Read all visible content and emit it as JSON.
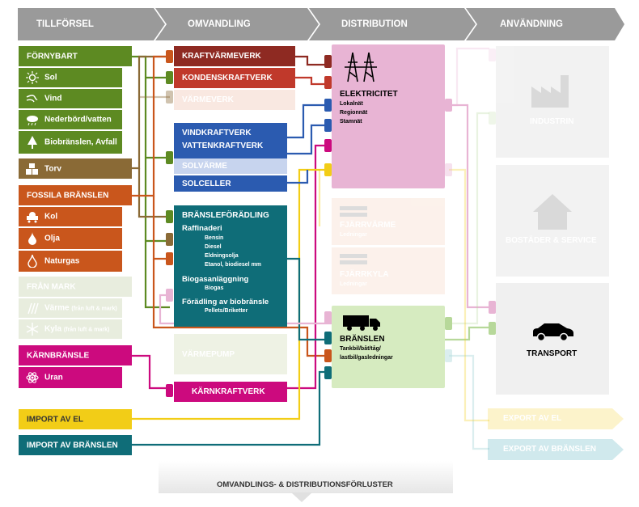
{
  "header": {
    "col1": "TILLFÖRSEL",
    "col2": "OMVANDLING",
    "col3": "DISTRIBUTION",
    "col4": "ANVÄNDNING"
  },
  "supply": {
    "fornybart": "FÖRNYBART",
    "sol": "Sol",
    "vind": "Vind",
    "nederbord": "Nederbörd/vatten",
    "bio": "Biobränslen, Avfall",
    "torv": "Torv",
    "fossila": "FOSSILA BRÄNSLEN",
    "kol": "Kol",
    "olja": "Olja",
    "naturgas": "Naturgas",
    "fran_mark": "FRÅN MARK",
    "varme": "Värme",
    "varme_sub": "(från luft & mark)",
    "kyla": "Kyla",
    "kyla_sub": "(från luft & mark)",
    "karnbransle": "KÄRNBRÄNSLE",
    "uran": "Uran",
    "import_el": "IMPORT AV EL",
    "import_bransle": "IMPORT AV BRÄNSLEN"
  },
  "conversion": {
    "kraftvarmeverk": "KRAFTVÄRMEVERK",
    "kondenskraftverk": "KONDENSKRAFTVERK",
    "varmeverk": "VÄRMEVERK",
    "vindkraftverk": "VINDKRAFTVERK",
    "vattenkraftverk": "VATTENKRAFTVERK",
    "solvarme": "SOLVÄRME",
    "solceller": "SOLCELLER",
    "bransleforadling": "BRÄNSLEFÖRÄDLING",
    "raffinaderi": "Raffinaderi",
    "bensin": "Bensin",
    "diesel": "Diesel",
    "eldningsolja": "Eldningsolja",
    "etanol": "Etanol, biodiesel mm",
    "biogasanlaggning": "Biogasanläggning",
    "biogas": "Biogas",
    "foradling_bio": "Förädling av biobränsle",
    "pellets": "Pellets/Briketter",
    "varmepump": "VÄRMEPUMP",
    "karnkraftverk": "KÄRNKRAFTVERK"
  },
  "distribution": {
    "elektricitet": "ELEKTRICITET",
    "lokalnat": "Lokalnät",
    "regionnat": "Regionnät",
    "stamnat": "Stamnät",
    "fjarrvarme": "FJÄRRVÄRME",
    "fjarrvarme_sub": "Ledningar",
    "fjarrkyla": "FJÄRRKYLA",
    "fjarrkyla_sub": "Ledningar",
    "branslen": "BRÄNSLEN",
    "branslen_sub1": "Tankbil/båt/tåg/",
    "branslen_sub2": "lastbil/gasledningar"
  },
  "usage": {
    "industrin": "INDUSTRIN",
    "bostader": "BOSTÄDER & SERVICE",
    "transport": "TRANSPORT",
    "export_el": "EXPORT AV EL",
    "export_bransle": "EXPORT AV BRÄNSLEN"
  },
  "losses": "OMVANDLINGS- & DISTRIBUTIONSFÖRLUSTER",
  "colors": {
    "header": "#9a9a9a",
    "green": "#5d8a22",
    "brown": "#8a6a36",
    "orange": "#c9561c",
    "magenta": "#cc0a7e",
    "yellow": "#f2cd17",
    "teal": "#0f6d78",
    "blue": "#2b5bb0",
    "darkred": "#8e2a22",
    "red": "#c0392b",
    "pink": "#e8b4d4",
    "lightgreen": "#d6ebc0"
  }
}
